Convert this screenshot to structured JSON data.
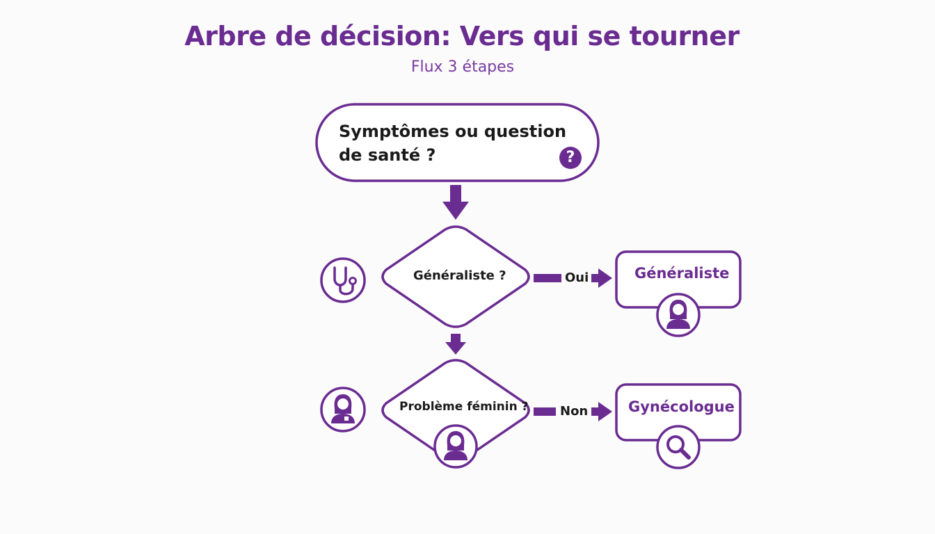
{
  "title": "Arbre de décision: Vers qui se tourner",
  "subtitle": "Flux 3 étapes",
  "start": {
    "line1": "Symptômes ou question",
    "line2": "de santé ?",
    "icon": "question-icon",
    "icon_glyph": "?"
  },
  "decisions": [
    {
      "label": "Généraliste ?",
      "branch_label": "Oui",
      "side_icon": "stethoscope-icon"
    },
    {
      "label": "Problème féminin ?",
      "branch_label": "Non",
      "side_icon": "female-doctor-icon",
      "bottom_icon": "woman-icon"
    }
  ],
  "results": [
    {
      "label": "Généraliste",
      "icon": "woman-icon"
    },
    {
      "label": "Gynécologue",
      "icon": "magnifier-icon"
    }
  ],
  "colors": {
    "accent": "#6a2c91",
    "text": "#1a1a1a",
    "background": "#fbfbfc"
  }
}
